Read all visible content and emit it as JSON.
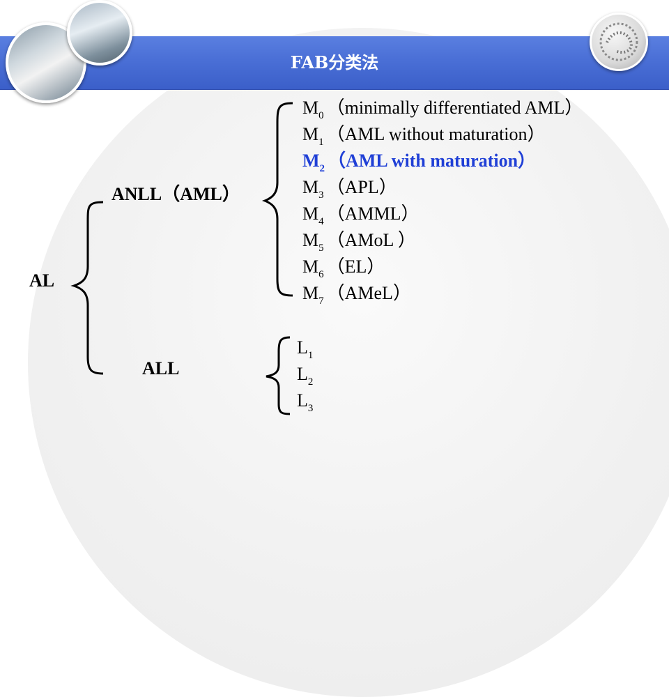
{
  "slide": {
    "title": "FAB分类法",
    "accent_color": "#4a6fd6",
    "highlight_color": "#1f3fd6"
  },
  "tree": {
    "root": "AL",
    "anll": "ANLL（AML）",
    "all": "ALL",
    "aml_subtypes": [
      {
        "prefix": "M",
        "sub": "0",
        "desc": "（minimally differentiated AML）",
        "highlight": false
      },
      {
        "prefix": "M",
        "sub": "1",
        "desc": "（AML without maturation）",
        "highlight": false
      },
      {
        "prefix": "M",
        "sub": "2",
        "desc": "（AML with maturation）",
        "highlight": true
      },
      {
        "prefix": "M",
        "sub": "3",
        "desc": "（APL）",
        "highlight": false
      },
      {
        "prefix": "M",
        "sub": "4",
        "desc": "（AMML）",
        "highlight": false
      },
      {
        "prefix": "M",
        "sub": "5",
        "desc": "（AMoL ）",
        "highlight": false
      },
      {
        "prefix": "M",
        "sub": "6",
        "desc": "（EL）",
        "highlight": false
      },
      {
        "prefix": "M",
        "sub": "7",
        "desc": "（AMeL）",
        "highlight": false
      }
    ],
    "all_subtypes": [
      {
        "prefix": "L",
        "sub": "1"
      },
      {
        "prefix": "L",
        "sub": "2"
      },
      {
        "prefix": "L",
        "sub": "3"
      }
    ]
  }
}
